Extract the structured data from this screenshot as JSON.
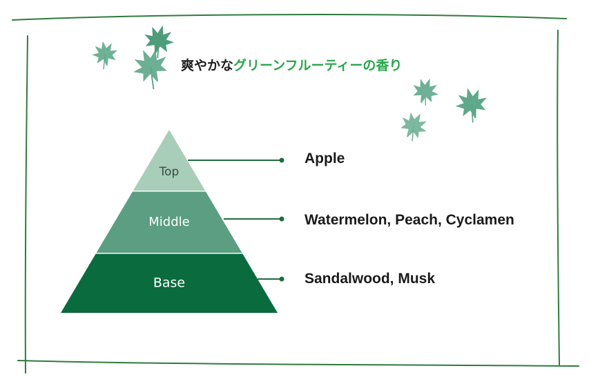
{
  "title": {
    "prefix": "爽やかな",
    "highlight": "グリーンフルーティーの香り"
  },
  "pyramid": [
    {
      "tier": "Top",
      "notes": "Apple",
      "color": "#a8cdb8"
    },
    {
      "tier": "Middle",
      "notes": "Watermelon, Peach, Cyclamen",
      "color": "#5b9e82"
    },
    {
      "tier": "Base",
      "notes": "Sandalwood, Musk",
      "color": "#0a6b3e"
    }
  ],
  "colors": {
    "frame": "#2f7a3e",
    "connector": "#1f6b3a",
    "title_highlight": "#27a64a",
    "leaf": "#5fa88a",
    "leaf_light": "#8cc2ab"
  },
  "decorations": [
    "maple-leaf-icon"
  ]
}
